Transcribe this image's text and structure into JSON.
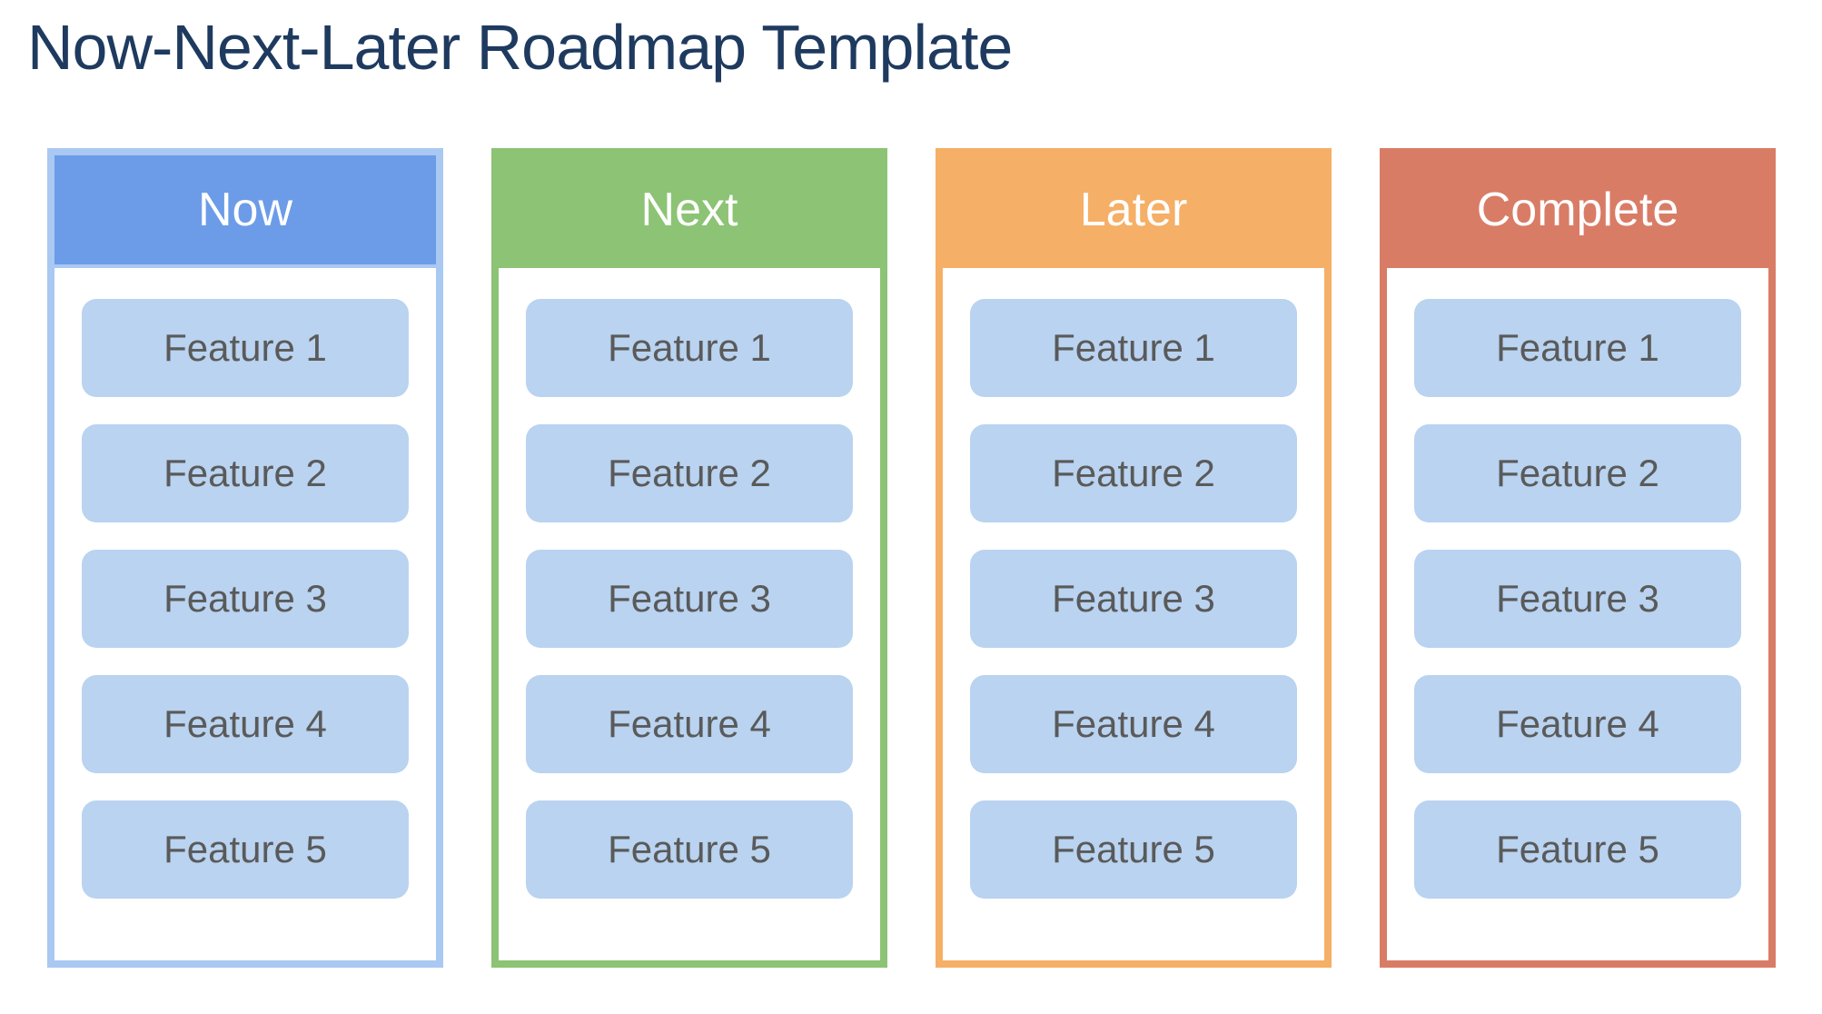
{
  "title": "Now-Next-Later Roadmap Template",
  "colors": {
    "title_text": "#1e3a5f",
    "card_fill": "#b9d3f0",
    "card_text": "#5a5a5a",
    "header_text": "#ffffff"
  },
  "board": {
    "columns": [
      {
        "id": "now",
        "label": "Now",
        "header_color": "#6c9ce8",
        "border_color": "#a9c8f2",
        "cards": [
          "Feature 1",
          "Feature 2",
          "Feature 3",
          "Feature 4",
          "Feature 5"
        ]
      },
      {
        "id": "next",
        "label": "Next",
        "header_color": "#8cc374",
        "border_color": "#8cc374",
        "cards": [
          "Feature 1",
          "Feature 2",
          "Feature 3",
          "Feature 4",
          "Feature 5"
        ]
      },
      {
        "id": "later",
        "label": "Later",
        "header_color": "#f5af66",
        "border_color": "#f5af66",
        "cards": [
          "Feature 1",
          "Feature 2",
          "Feature 3",
          "Feature 4",
          "Feature 5"
        ]
      },
      {
        "id": "complete",
        "label": "Complete",
        "header_color": "#d97c66",
        "border_color": "#d97c66",
        "cards": [
          "Feature 1",
          "Feature 2",
          "Feature 3",
          "Feature 4",
          "Feature 5"
        ]
      }
    ]
  }
}
